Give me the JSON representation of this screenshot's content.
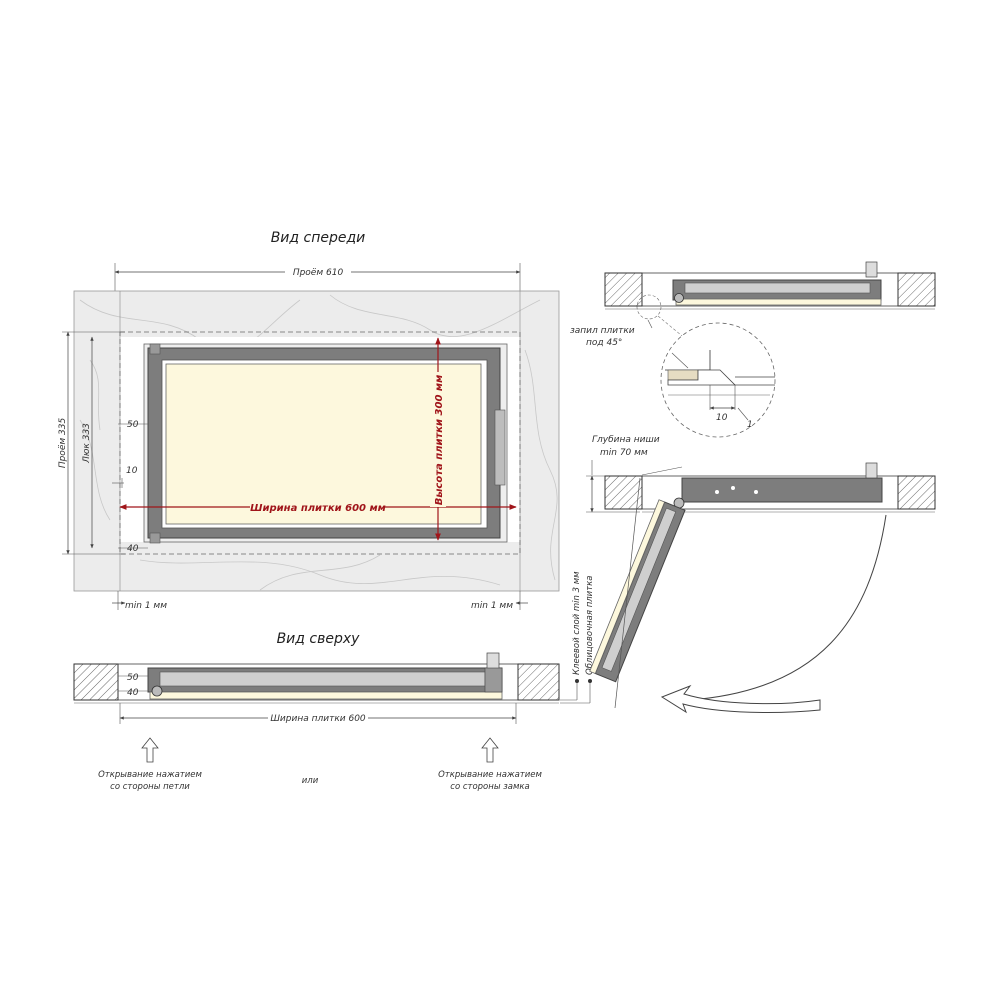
{
  "front_view": {
    "title": "Вид спереди",
    "opening_width": "Проём 610",
    "opening_height": "Проём 335",
    "hatch_height": "Люк 333",
    "dim_50": "50",
    "dim_10": "10",
    "dim_40": "40",
    "tile_width": "Ширина плитки 600 мм",
    "tile_height": "Высота плитки 300 мм",
    "min_left": "min 1 мм",
    "min_right": "min 1 мм"
  },
  "top_view": {
    "title": "Вид сверху",
    "dim_50": "50",
    "dim_40": "40",
    "tile_width": "Ширина плитки 600",
    "adhesive": "Клеевой слой min 3 мм",
    "facing": "Облицовочная плитка",
    "open_hinge": [
      "Открывание нажатием",
      "со стороны петли"
    ],
    "or": "или",
    "open_lock": [
      "Открывание нажатием",
      "со стороны замка"
    ]
  },
  "section_view": {
    "bevel": [
      "запил плитки",
      "под 45°"
    ],
    "detail_10": "10",
    "detail_1": "1",
    "niche_depth": [
      "Глубина ниши",
      "min 70 мм"
    ]
  },
  "colors": {
    "frame": "#7d7d7d",
    "tile": "#fdf8dd",
    "accent_red": "#a0151a",
    "marble": "#ececec"
  }
}
